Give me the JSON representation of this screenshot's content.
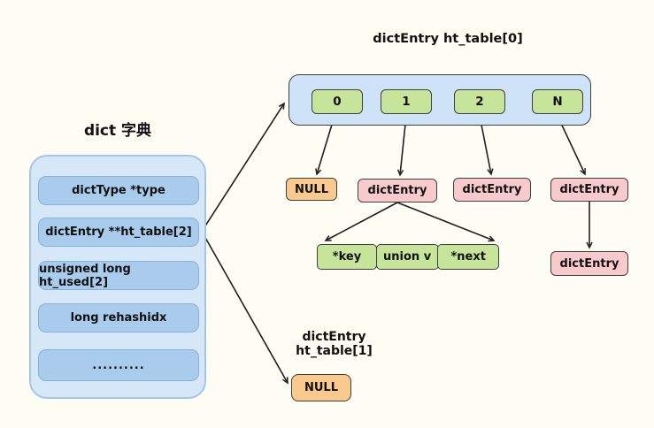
{
  "colors": {
    "background": "#FDFDF3",
    "dict_box_fill": "#D6E7F8",
    "dict_box_border": "#A3C6E8",
    "dict_row_fill": "#A9CBEC",
    "dict_row_border": "#85B2DC",
    "array_fill": "#CFE3F8",
    "green_fill": "#C6E49A",
    "pink_fill": "#F9CACC",
    "orange_fill": "#F9C98E",
    "box_border": "#3F3F3F",
    "arrow": "#1F1F1F"
  },
  "dict": {
    "title": "dict 字典",
    "rows": [
      {
        "label": "dictType *type"
      },
      {
        "label": "dictEntry **ht_table[2]"
      },
      {
        "label": "unsigned long ht_used[2]"
      },
      {
        "label": "long rehashidx"
      },
      {
        "label": ".........."
      }
    ]
  },
  "ht_table0": {
    "label": "dictEntry ht_table[0]",
    "cells": [
      {
        "label": "0"
      },
      {
        "label": "1"
      },
      {
        "label": "2"
      },
      {
        "label": "N"
      }
    ]
  },
  "bucket_row": {
    "null_entry": {
      "label": "NULL"
    },
    "entries": [
      {
        "label": "dictEntry"
      },
      {
        "label": "dictEntry"
      },
      {
        "label": "dictEntry"
      }
    ]
  },
  "entry_fields": [
    {
      "label": "*key"
    },
    {
      "label": "union v"
    },
    {
      "label": "*next"
    }
  ],
  "chained_entry": {
    "label": "dictEntry"
  },
  "ht_table1": {
    "label": "dictEntry ht_table[1]",
    "null_entry": {
      "label": "NULL"
    }
  }
}
